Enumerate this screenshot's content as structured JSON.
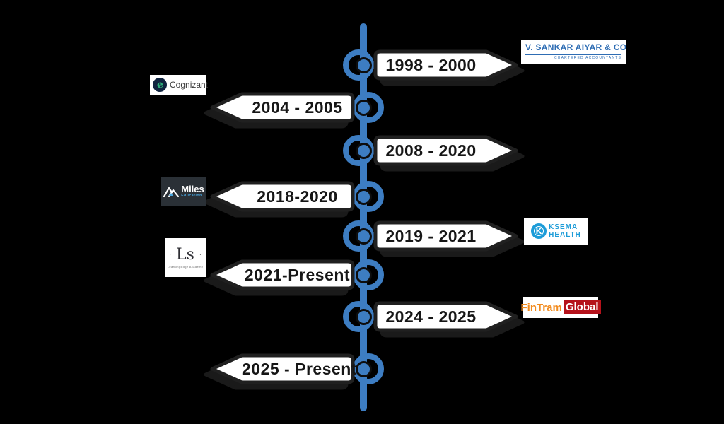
{
  "page": {
    "background": "#000000",
    "description": "Career timeline infographic with alternating arrow banners on a vertical spine"
  },
  "timeline": {
    "line_color": "#3d7dc2",
    "banner_fill": "#ffffff",
    "banner_outline": "#202020",
    "entries": [
      {
        "period": "1998 - 2000",
        "side": "right",
        "logo": "v-sankar-aiyar"
      },
      {
        "period": "2004 - 2005",
        "side": "left",
        "logo": "cognizant"
      },
      {
        "period": "2008 - 2020",
        "side": "right",
        "logo": ""
      },
      {
        "period": "2018-2020",
        "side": "left",
        "logo": "miles-education"
      },
      {
        "period": "2019 - 2021",
        "side": "right",
        "logo": "ksema-health"
      },
      {
        "period": "2021-Present",
        "side": "left",
        "logo": "ls-academy"
      },
      {
        "period": "2024 - 2025",
        "side": "right",
        "logo": "fintram-global"
      },
      {
        "period": "2025 - Present",
        "side": "left",
        "logo": ""
      }
    ]
  },
  "logos": {
    "v_sankar": {
      "name": "V. SANKAR AIYAR & CO",
      "caption": "CHARTERED ACCOUNTANTS",
      "color": "#2e6db4"
    },
    "cognizant": {
      "name": "Cognizant",
      "icon": "globe-e-icon"
    },
    "miles": {
      "name": "Miles",
      "caption": "Education",
      "icon": "mountain-icon"
    },
    "ksema": {
      "line1": "KSEMA",
      "line2": "HEALTH",
      "icon": "k-circle-icon",
      "color": "#1d9cd8"
    },
    "ls": {
      "monogram": "Ls",
      "caption": "LearningEdge Academy"
    },
    "fintram": {
      "part1": "FinTram",
      "part2": "Global",
      "part1_color": "#f28b1e",
      "part2_bg": "#b5121b"
    }
  }
}
